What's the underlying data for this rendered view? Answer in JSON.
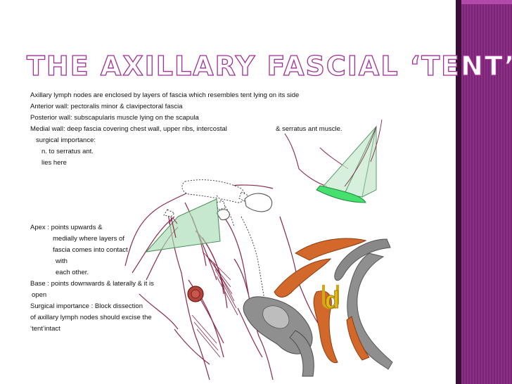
{
  "slide": {
    "title": "THE AXILLARY FASCIAL ‘TENT’",
    "accent_color": "#a02f96",
    "band_color": "#8c2f86",
    "lines": [
      "Axillary lymph nodes are enclosed by layers of fascia which resembles tent lying on its side",
      "Anterior wall: pectoralis minor & clavipectoral fascia",
      "Posterior wall: subscapularis muscle lying on the scapula",
      "Medial wall: deep fascia covering  chest wall, upper ribs, intercostal",
      "& serratus ant muscle.",
      "surgical importance:",
      "n. to serratus ant.",
      "lies here",
      "Apex : points upwards &",
      "medially where layers of",
      "fascia comes into contact",
      "with",
      "each other.",
      "Base : points downwards & laterally & it is",
      "open",
      "Surgical importance : Block dissection",
      "of  axillary lymph nodes should excise the",
      "‘tent’intact"
    ],
    "figure_label": "d"
  }
}
